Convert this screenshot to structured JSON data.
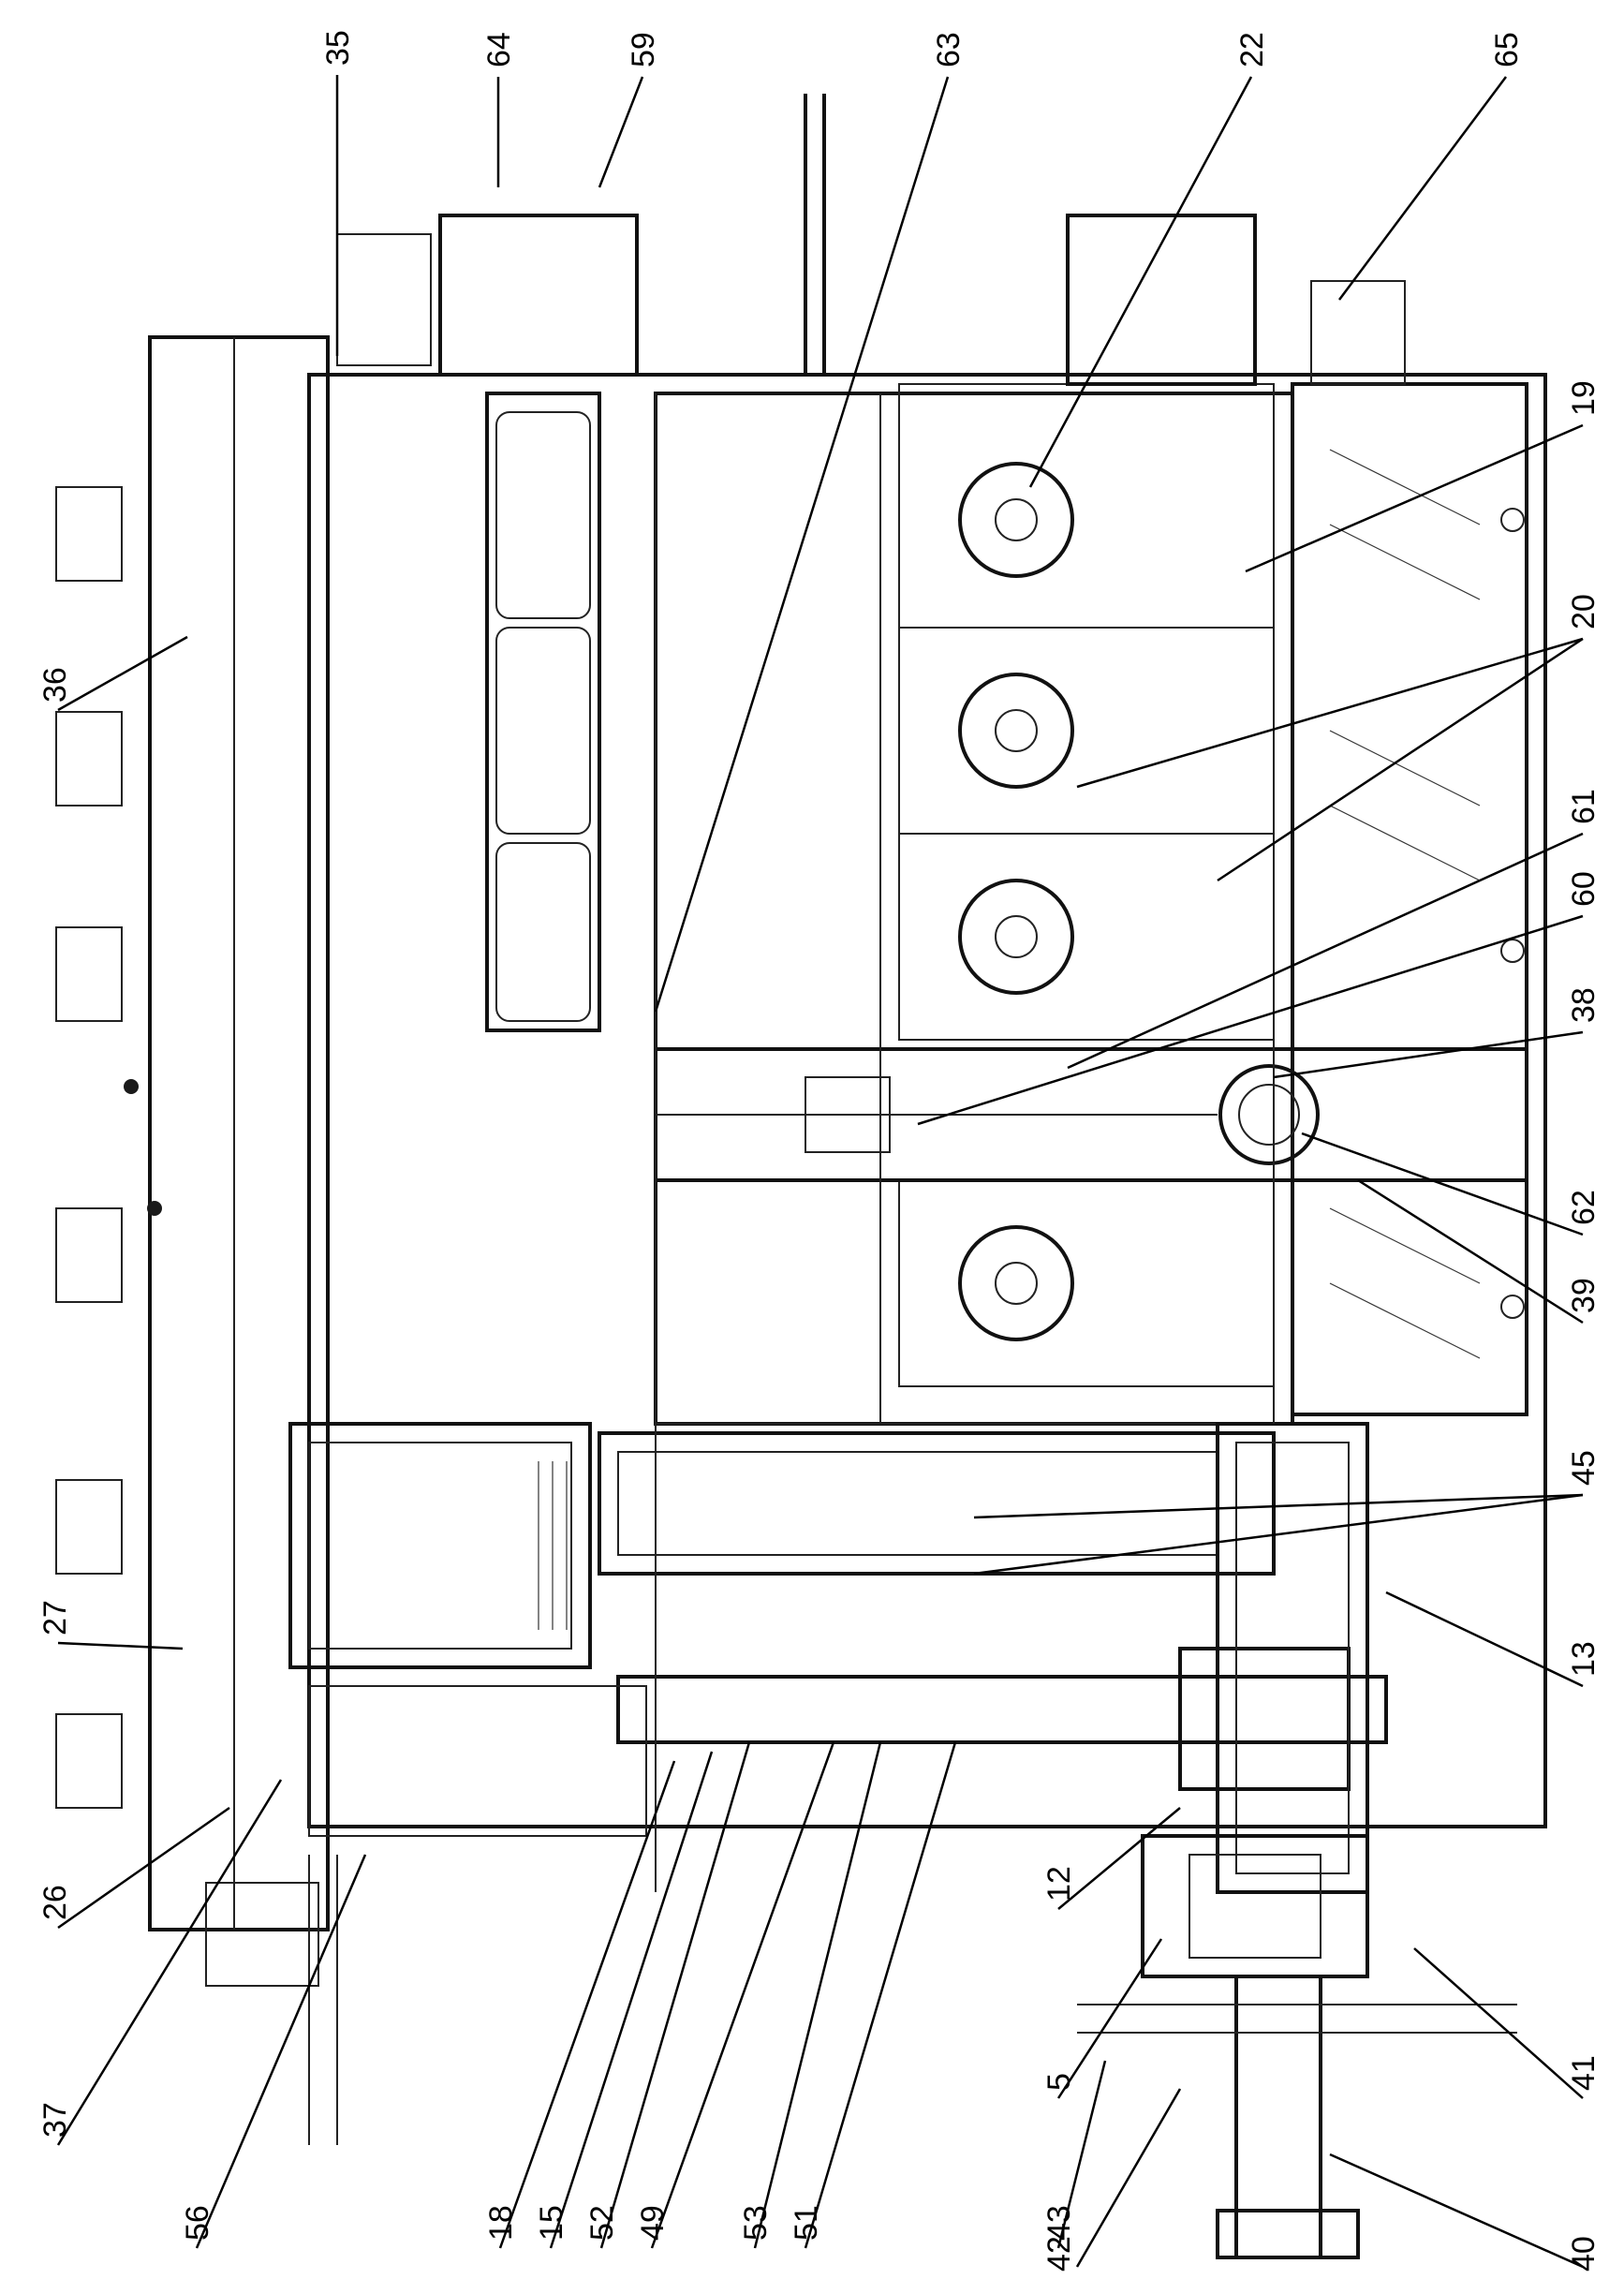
{
  "callouts": [
    {
      "id": "35",
      "text": "35"
    },
    {
      "id": "64",
      "text": "64"
    },
    {
      "id": "59",
      "text": "59"
    },
    {
      "id": "63",
      "text": "63"
    },
    {
      "id": "22",
      "text": "22"
    },
    {
      "id": "65",
      "text": "65"
    },
    {
      "id": "36",
      "text": "36"
    },
    {
      "id": "19",
      "text": "19"
    },
    {
      "id": "20",
      "text": "20"
    },
    {
      "id": "61",
      "text": "61"
    },
    {
      "id": "60",
      "text": "60"
    },
    {
      "id": "38",
      "text": "38"
    },
    {
      "id": "62",
      "text": "62"
    },
    {
      "id": "39",
      "text": "39"
    },
    {
      "id": "45",
      "text": "45"
    },
    {
      "id": "27",
      "text": "27"
    },
    {
      "id": "13",
      "text": "13"
    },
    {
      "id": "26",
      "text": "26"
    },
    {
      "id": "12",
      "text": "12"
    },
    {
      "id": "37",
      "text": "37"
    },
    {
      "id": "5",
      "text": "5"
    },
    {
      "id": "41",
      "text": "41"
    },
    {
      "id": "56",
      "text": "56"
    },
    {
      "id": "18",
      "text": "18"
    },
    {
      "id": "15",
      "text": "15"
    },
    {
      "id": "52",
      "text": "52"
    },
    {
      "id": "49",
      "text": "49"
    },
    {
      "id": "53",
      "text": "53"
    },
    {
      "id": "51",
      "text": "51"
    },
    {
      "id": "43",
      "text": "43"
    },
    {
      "id": "42",
      "text": "42"
    },
    {
      "id": "40",
      "text": "40"
    }
  ]
}
